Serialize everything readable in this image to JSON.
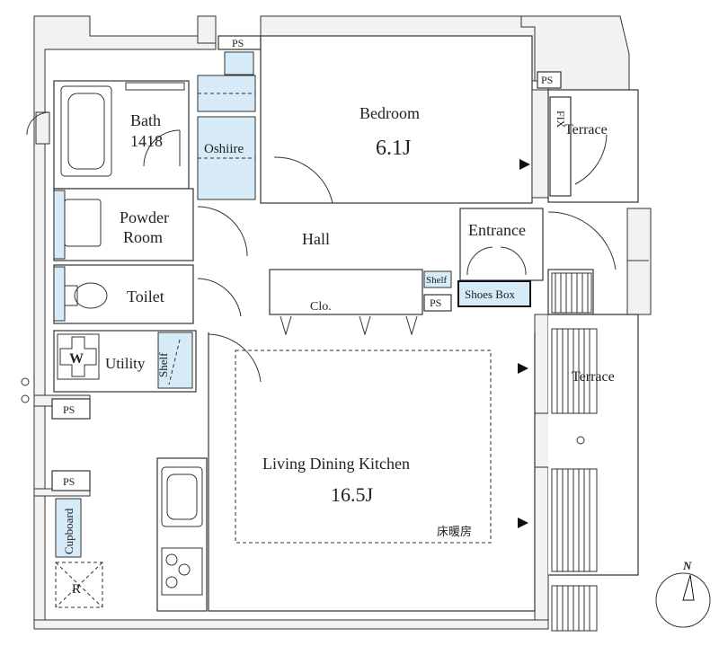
{
  "rooms": {
    "bedroom": {
      "name": "Bedroom",
      "size": "6.1J"
    },
    "bath": {
      "name": "Bath",
      "size": "1418"
    },
    "oshiire": "Oshiire",
    "powder_room_line1": "Powder",
    "powder_room_line2": "Room",
    "hall": "Hall",
    "entrance": "Entrance",
    "toilet": "Toilet",
    "utility": "Utility",
    "washer": "W",
    "ldk": {
      "name": "Living Dining Kitchen",
      "size": "16.5J"
    },
    "floor_heating": "床暖房",
    "terrace_top": "Terrace",
    "terrace_right": "Terrace",
    "refrigerator": "R"
  },
  "storage": {
    "shoes_box": "Shoes Box",
    "shelf_hall": "Shelf",
    "shelf_utility": "Shelf",
    "closet": "Clo.",
    "cupboard": "Cupboard",
    "fix_window": "FIX"
  },
  "ps_labels": [
    "PS",
    "PS",
    "PS",
    "PS",
    "PS"
  ],
  "compass": {
    "label": "N"
  }
}
